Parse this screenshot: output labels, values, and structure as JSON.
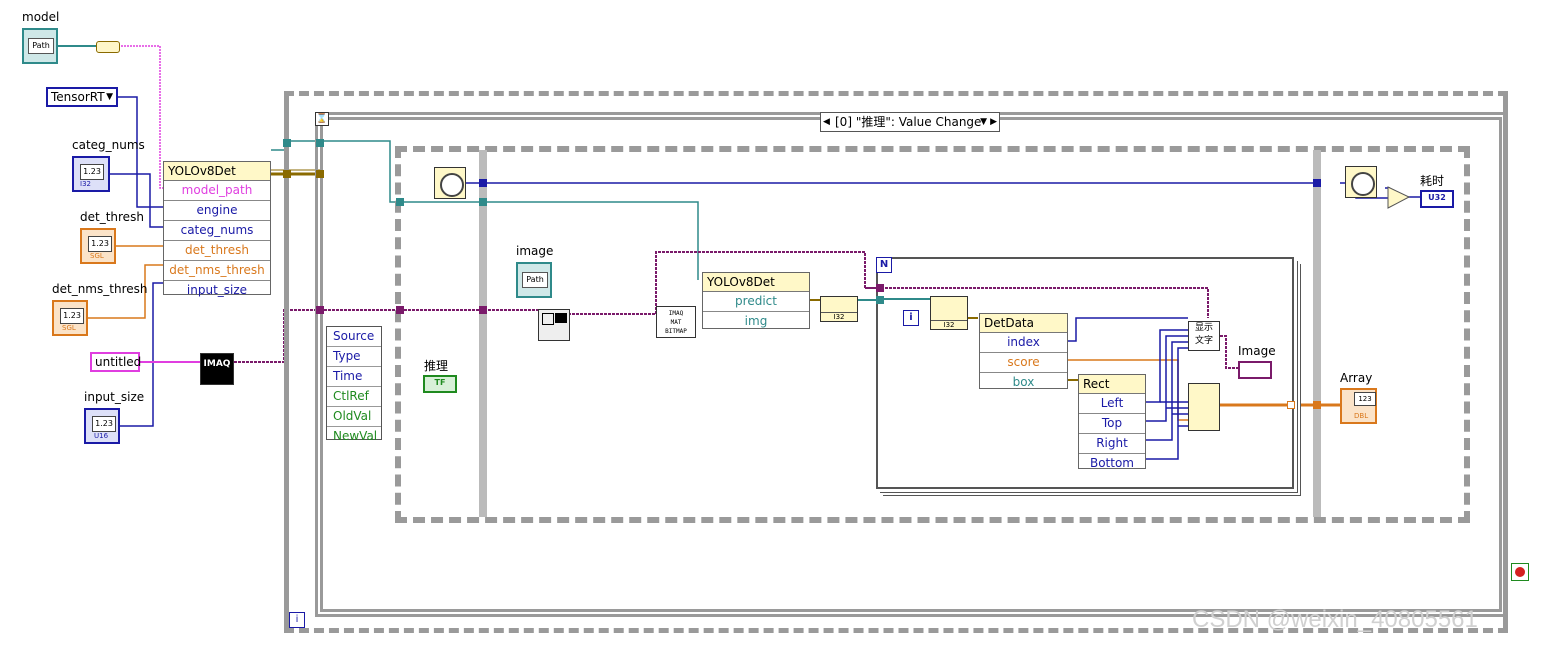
{
  "controls": {
    "model": {
      "label": "model",
      "badge": "Path"
    },
    "engine_enum": {
      "value": "TensorRT"
    },
    "categ_nums": {
      "label": "categ_nums",
      "badge": "1.23",
      "type": "I32"
    },
    "det_thresh": {
      "label": "det_thresh",
      "badge": "1.23",
      "type": "SGL"
    },
    "det_nms_thresh": {
      "label": "det_nms_thresh",
      "badge": "1.23",
      "type": "SGL"
    },
    "untitled": {
      "value": "untitled"
    },
    "input_size": {
      "label": "input_size",
      "badge": "1.23",
      "type": "U16"
    },
    "imaq_icon": "IMAQ"
  },
  "init_cluster": {
    "title": "YOLOv8Det",
    "fields": [
      "model_path",
      "engine",
      "categ_nums",
      "det_thresh",
      "det_nms_thresh",
      "input_size"
    ]
  },
  "event_structure": {
    "case_selector": "[0] \"推理\": Value Change",
    "event_data": [
      "Source",
      "Type",
      "Time",
      "CtlRef",
      "OldVal",
      "NewVal"
    ],
    "button_label": "推理",
    "button_badge": "TF"
  },
  "inner": {
    "image_label": "image",
    "image_badge": "Path",
    "bitmap_node": [
      "IMAQ",
      "MAT",
      "BITMAP"
    ],
    "predict_cluster": {
      "title": "YOLOv8Det",
      "fields": [
        "predict",
        "img"
      ]
    },
    "i32_badge": "I32",
    "for_loop_n": "N",
    "for_loop_i": "i",
    "detdata": {
      "title": "DetData",
      "fields": [
        "index",
        "score",
        "box"
      ]
    },
    "rect": {
      "title": "Rect",
      "fields": [
        "Left",
        "Top",
        "Right",
        "Bottom"
      ]
    },
    "display_text_node": "显示\n文字",
    "image_out_label": "Image",
    "array_label": "Array",
    "array_badge": "123",
    "array_type": "DBL",
    "elapsed_label": "耗时",
    "elapsed_type": "U32"
  },
  "while_loop": {
    "i_label": "i"
  },
  "watermark": "CSDN @weixin_40805561",
  "colors": {
    "path": "#2f8a8a",
    "float": "#d9781c",
    "int": "#1a1aa6",
    "string": "#e03ee0",
    "cluster": "#8a6a00",
    "refnum": "#7a1a6a",
    "structure": "#9a9a9a",
    "bool": "#1f8a1f"
  }
}
